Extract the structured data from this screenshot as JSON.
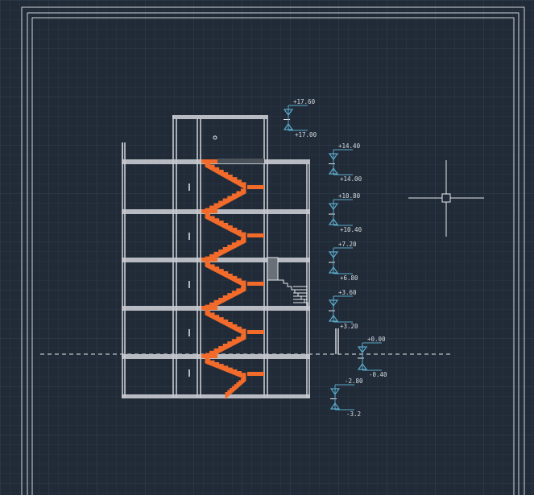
{
  "app": "CAD viewport",
  "colors": {
    "background": "#212b38",
    "grid": "#2b3746",
    "grid_major": "#33404f",
    "wall": "#c9ccd1",
    "stair": "#f26b2b",
    "elevation_marker": "#5aa9c9",
    "crosshair": "#e6e9ed"
  },
  "elevations": [
    {
      "id": "roof-top",
      "label_above": "+17.60",
      "label_below": "+17.00"
    },
    {
      "id": "level-5",
      "label_above": "+14.40",
      "label_below": "+14.00"
    },
    {
      "id": "level-4",
      "label_above": "+10.80",
      "label_below": "+10.40"
    },
    {
      "id": "level-3",
      "label_above": "+7.20",
      "label_below": "+6.80"
    },
    {
      "id": "level-2",
      "label_above": "+3.60",
      "label_below": "+3.20"
    },
    {
      "id": "ground",
      "label_above": "+0.00",
      "label_below": "-0.40"
    },
    {
      "id": "basement",
      "label_above": "-2.80",
      "label_below": "-3.2"
    }
  ],
  "cursor": {
    "type": "crosshair"
  }
}
